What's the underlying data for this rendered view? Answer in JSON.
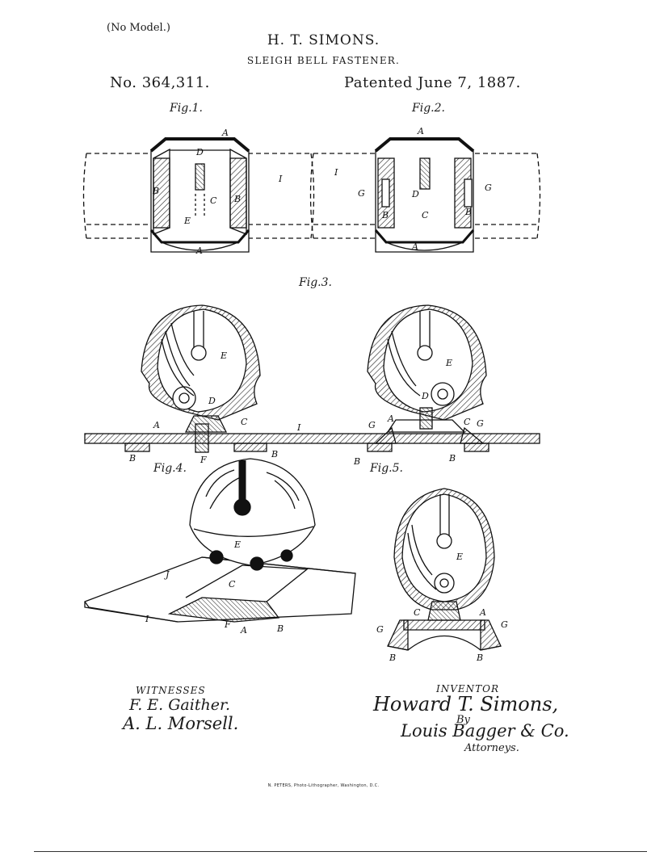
{
  "header": {
    "no_model": "(No Model.)",
    "inventor": "H. T. SIMONS.",
    "title": "SLEIGH BELL FASTENER.",
    "patent_number": "No. 364,311.",
    "patent_date": "Patented June 7, 1887."
  },
  "figures": {
    "fig1": "Fig.1.",
    "fig2": "Fig.2.",
    "fig3": "Fig.3.",
    "fig4": "Fig.4.",
    "fig5": "Fig.5."
  },
  "labels": {
    "A": "A",
    "B": "B",
    "C": "C",
    "D": "D",
    "E": "E",
    "F": "F",
    "G": "G",
    "I": "I",
    "J": "J"
  },
  "witnesses": {
    "heading": "WITNESSES",
    "name1": "F. E. Gaither.",
    "name2": "A. L. Morsell."
  },
  "inventor_block": {
    "heading": "INVENTOR",
    "signature": "Howard T. Simons,",
    "by": "By",
    "attorneys": "Louis Bagger & Co.",
    "attorneys_word": "Attorneys."
  },
  "printer": "N. PETERS, Photo-Lithographer, Washington, D.C."
}
